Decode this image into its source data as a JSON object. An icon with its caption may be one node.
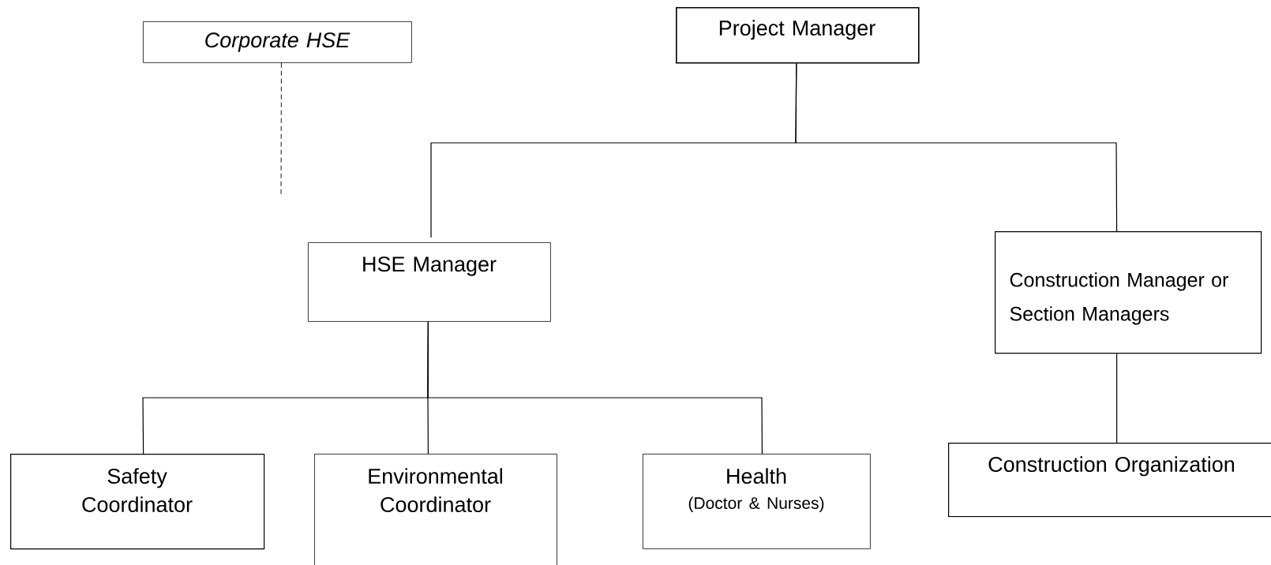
{
  "diagram": {
    "nodes": [
      {
        "text": [
          "Corporate HSE"
        ]
      },
      {
        "text": [
          "Project Manager"
        ]
      },
      {
        "text": [
          "HSE Manager"
        ]
      },
      {
        "text": [
          "Construction Manager or Section Managers"
        ]
      },
      {
        "text": [
          "Safety Coordinator"
        ]
      },
      {
        "text": [
          "Environmental Coordinator"
        ]
      },
      {
        "text": [
          "Health",
          "(Doctor & Nurses)"
        ]
      },
      {
        "text": [
          "Construction Organization"
        ]
      }
    ],
    "edges": [
      {
        "from": 0,
        "to": null,
        "arrow": "none",
        "style": "dashed"
      },
      {
        "from": 1,
        "to": 2,
        "arrow": "none"
      },
      {
        "from": 1,
        "to": 3,
        "arrow": "none"
      },
      {
        "from": 2,
        "to": 4,
        "arrow": "none"
      },
      {
        "from": 2,
        "to": 5,
        "arrow": "none"
      },
      {
        "from": 2,
        "to": 6,
        "arrow": "none"
      },
      {
        "from": 3,
        "to": 7,
        "arrow": "none"
      }
    ]
  }
}
